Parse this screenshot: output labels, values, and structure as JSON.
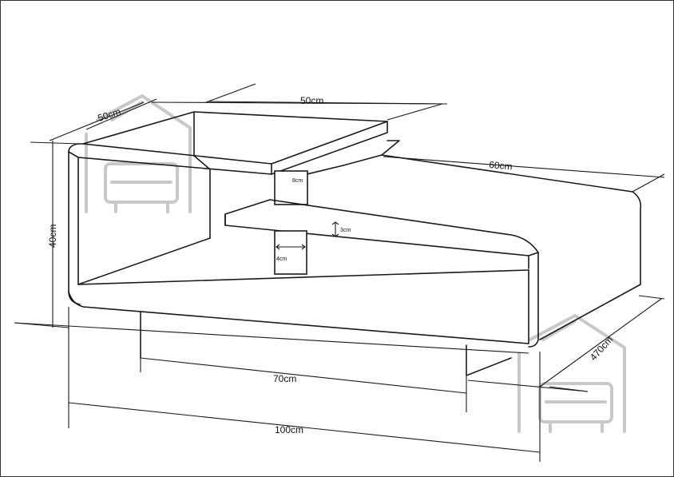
{
  "dimensions": {
    "top_width": "50cm",
    "top_depth": "50cm",
    "body_length": "60cm",
    "height": "40cm",
    "upright_width": "8cm",
    "shelf_thickness": "3cm",
    "leg_thickness": "4cm",
    "base_length": "70cm",
    "overall_length": "100cm",
    "overall_depth": "470cm"
  },
  "watermark": "house-sofa-logo"
}
